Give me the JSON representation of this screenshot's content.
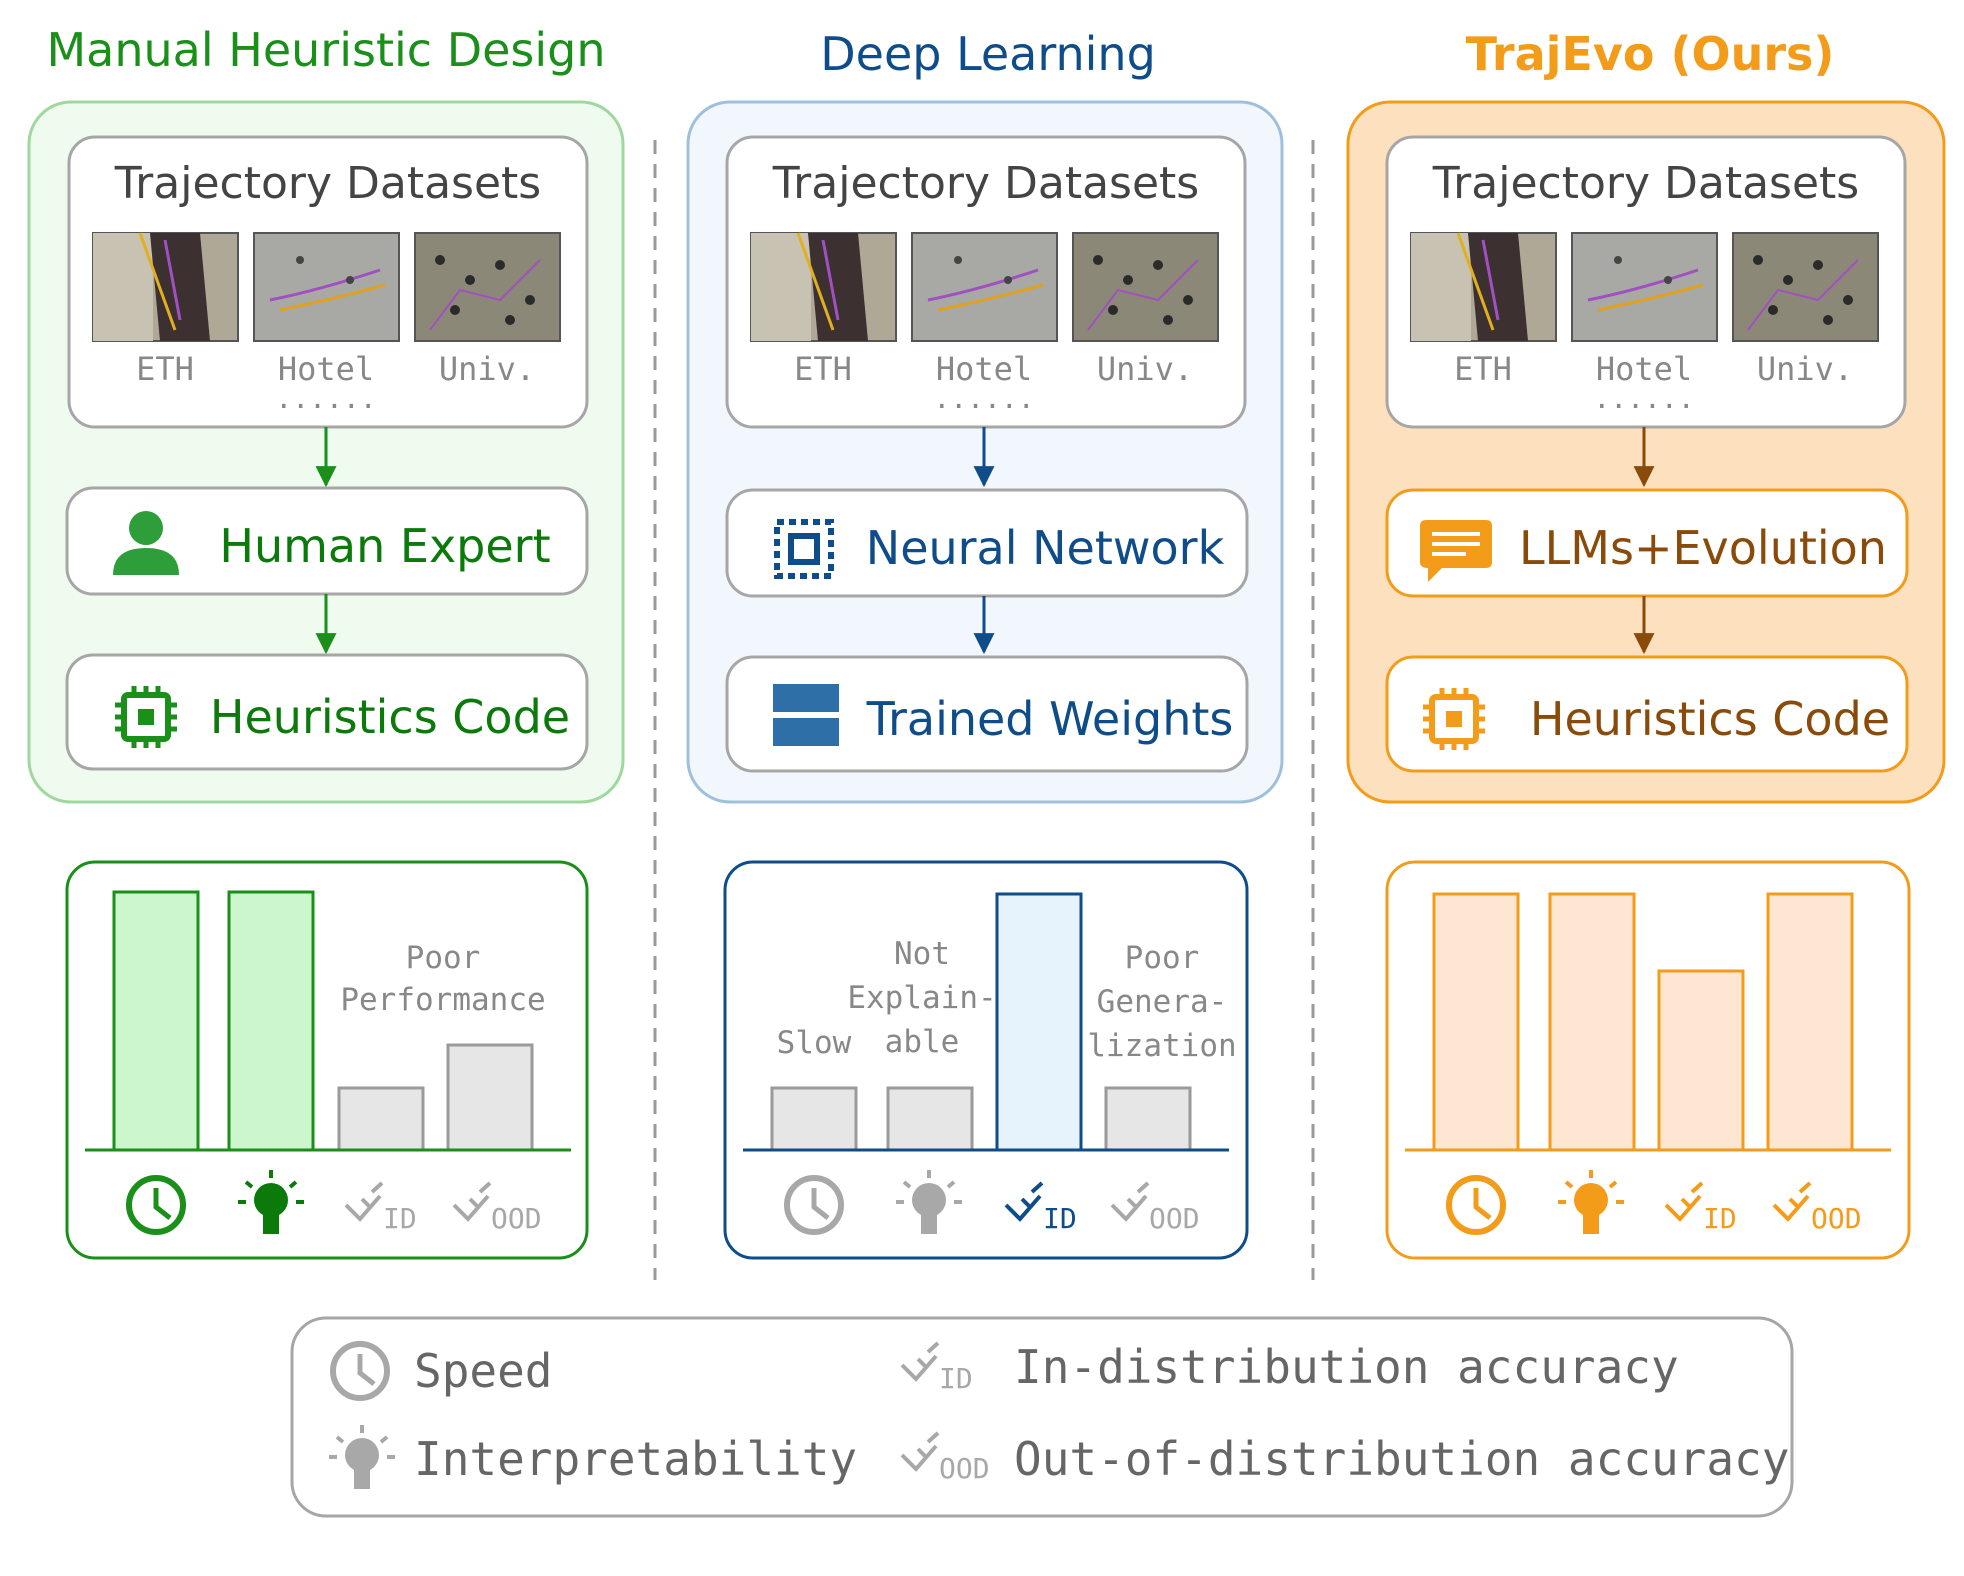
{
  "colors": {
    "green": "#1a8f1a",
    "green_dark": "#0b7a0b",
    "green_light_bg": "#effbef",
    "green_border": "#9fd89f",
    "green_fill": "#ccf7cc",
    "blue": "#0f4c8a",
    "blue_border": "#9fc0dc",
    "blue_light_bg": "#f1f7fc",
    "blue_fill": "#e6f2fc",
    "blue_icon": "#2f6fa8",
    "orange": "#f39c1a",
    "orange_dark": "#b86a0a",
    "orange_bg": "#fde0bd",
    "orange_fill": "#fde6d2",
    "gray": "#9a9a9a",
    "gray_fill": "#e6e6e6",
    "gray_text": "#666666"
  },
  "columns": [
    {
      "key": "manual",
      "title": "Manual Heuristic Design",
      "dataset_box": {
        "title": "Trajectory Datasets",
        "thumbs": [
          "ETH",
          "Hotel",
          "Univ."
        ],
        "ellipsis": "......"
      },
      "step1": {
        "label": "Human Expert",
        "icon": "person-icon"
      },
      "step2": {
        "label": "Heuristics Code",
        "icon": "chip-icon"
      },
      "chart": {
        "bars": [
          {
            "metric": "speed",
            "level": "high",
            "highlighted": true
          },
          {
            "metric": "interpretability",
            "level": "high",
            "highlighted": true
          },
          {
            "metric": "id_accuracy",
            "level": "low",
            "highlighted": false
          },
          {
            "metric": "ood_accuracy",
            "level": "medium",
            "highlighted": false
          }
        ],
        "annotation_lines": [
          "Poor",
          "Performance"
        ],
        "axis_icons": [
          "clock-icon",
          "bulb-icon",
          "id-check-icon",
          "ood-check-icon"
        ],
        "axis_labels": [
          "",
          "",
          "ID",
          "OOD"
        ]
      }
    },
    {
      "key": "deep",
      "title": "Deep Learning",
      "dataset_box": {
        "title": "Trajectory Datasets",
        "thumbs": [
          "ETH",
          "Hotel",
          "Univ."
        ],
        "ellipsis": "......"
      },
      "step1": {
        "label": "Neural Network",
        "icon": "network-icon"
      },
      "step2": {
        "label": "Trained Weights",
        "icon": "weights-icon"
      },
      "chart": {
        "bars": [
          {
            "metric": "speed",
            "level": "low",
            "highlighted": false
          },
          {
            "metric": "interpretability",
            "level": "low",
            "highlighted": false
          },
          {
            "metric": "id_accuracy",
            "level": "high",
            "highlighted": true
          },
          {
            "metric": "ood_accuracy",
            "level": "low",
            "highlighted": false
          }
        ],
        "annotations": [
          {
            "lines": [
              "Slow"
            ]
          },
          {
            "lines": [
              "Not",
              "Explain-",
              "able"
            ]
          },
          {
            "lines": [
              "Poor",
              "Genera-",
              "lization"
            ]
          }
        ],
        "axis_icons": [
          "clock-icon",
          "bulb-icon",
          "id-check-icon",
          "ood-check-icon"
        ],
        "axis_labels": [
          "",
          "",
          "ID",
          "OOD"
        ]
      }
    },
    {
      "key": "trajevo",
      "title": "TrajEvo (Ours)",
      "dataset_box": {
        "title": "Trajectory Datasets",
        "thumbs": [
          "ETH",
          "Hotel",
          "Univ."
        ],
        "ellipsis": "......"
      },
      "step1": {
        "label": "LLMs+Evolution",
        "icon": "chat-icon"
      },
      "step2": {
        "label": "Heuristics Code",
        "icon": "chip-icon"
      },
      "chart": {
        "bars": [
          {
            "metric": "speed",
            "level": "high",
            "highlighted": true
          },
          {
            "metric": "interpretability",
            "level": "high",
            "highlighted": true
          },
          {
            "metric": "id_accuracy",
            "level": "medium-high",
            "highlighted": true
          },
          {
            "metric": "ood_accuracy",
            "level": "high",
            "highlighted": true
          }
        ],
        "axis_icons": [
          "clock-icon",
          "bulb-icon",
          "id-check-icon",
          "ood-check-icon"
        ],
        "axis_labels": [
          "",
          "",
          "ID",
          "OOD"
        ]
      }
    }
  ],
  "legend": {
    "items": [
      {
        "icon": "clock-icon",
        "label": "Speed"
      },
      {
        "icon": "bulb-icon",
        "label": "Interpretability"
      },
      {
        "icon": "id-check-icon",
        "sub": "ID",
        "label": "In-distribution accuracy"
      },
      {
        "icon": "ood-check-icon",
        "sub": "OOD",
        "label": "Out-of-distribution accuracy"
      }
    ]
  }
}
